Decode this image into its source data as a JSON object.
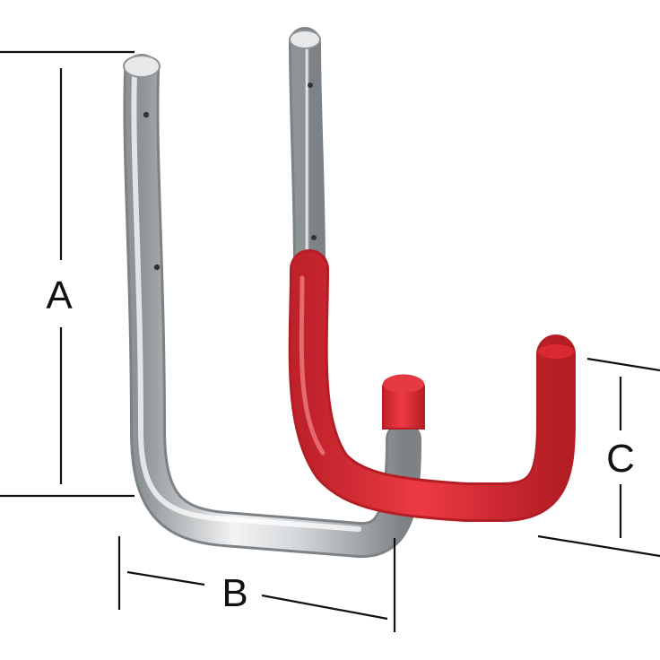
{
  "diagram": {
    "dimension_labels": {
      "height": "A",
      "width": "B",
      "depth": "C"
    },
    "colors": {
      "metal_light": "#f2f3f4",
      "metal_mid": "#c8cbce",
      "metal_dark": "#8e9396",
      "coating_red": "#e3313a",
      "coating_dark": "#b51d25",
      "line": "#111111"
    }
  }
}
